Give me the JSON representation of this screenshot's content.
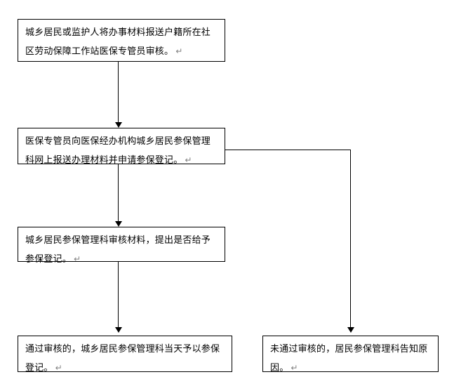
{
  "diagram": {
    "type": "flowchart",
    "orientation": "vertical",
    "background_color": "#ffffff",
    "line_color": "#000000",
    "text_color": "#000000",
    "paragraph_mark": "↵",
    "paragraph_mark_color": "#808080",
    "nodes": [
      {
        "id": "node1",
        "text": "城乡居民或监护人将办事材料报送户籍所在社区劳动保障工作站医保专管员审核。"
      },
      {
        "id": "node2",
        "text": "医保专管员向医保经办机构城乡居民参保管理科网上报送办理材料并申请参保登记。"
      },
      {
        "id": "node3",
        "text": "城乡居民参保管理科审核材料，提出是否给予参保登记。"
      },
      {
        "id": "node4",
        "text": "通过审核的，城乡居民参保管理科当天予以参保登记。"
      },
      {
        "id": "node5",
        "text": "未通过审核的，居民参保管理科告知原因。"
      }
    ],
    "connectors": [
      {
        "id": "edge1",
        "from": "node1",
        "to": "node2",
        "style": "straight-down-arrow"
      },
      {
        "id": "edge2",
        "from": "node2",
        "to": "node3",
        "style": "straight-down-arrow"
      },
      {
        "id": "edge3",
        "from": "node3",
        "to": "node4",
        "style": "straight-down-arrow"
      },
      {
        "id": "edge4",
        "from": "node2",
        "to": "node5",
        "style": "right-then-down-arrow"
      }
    ]
  }
}
